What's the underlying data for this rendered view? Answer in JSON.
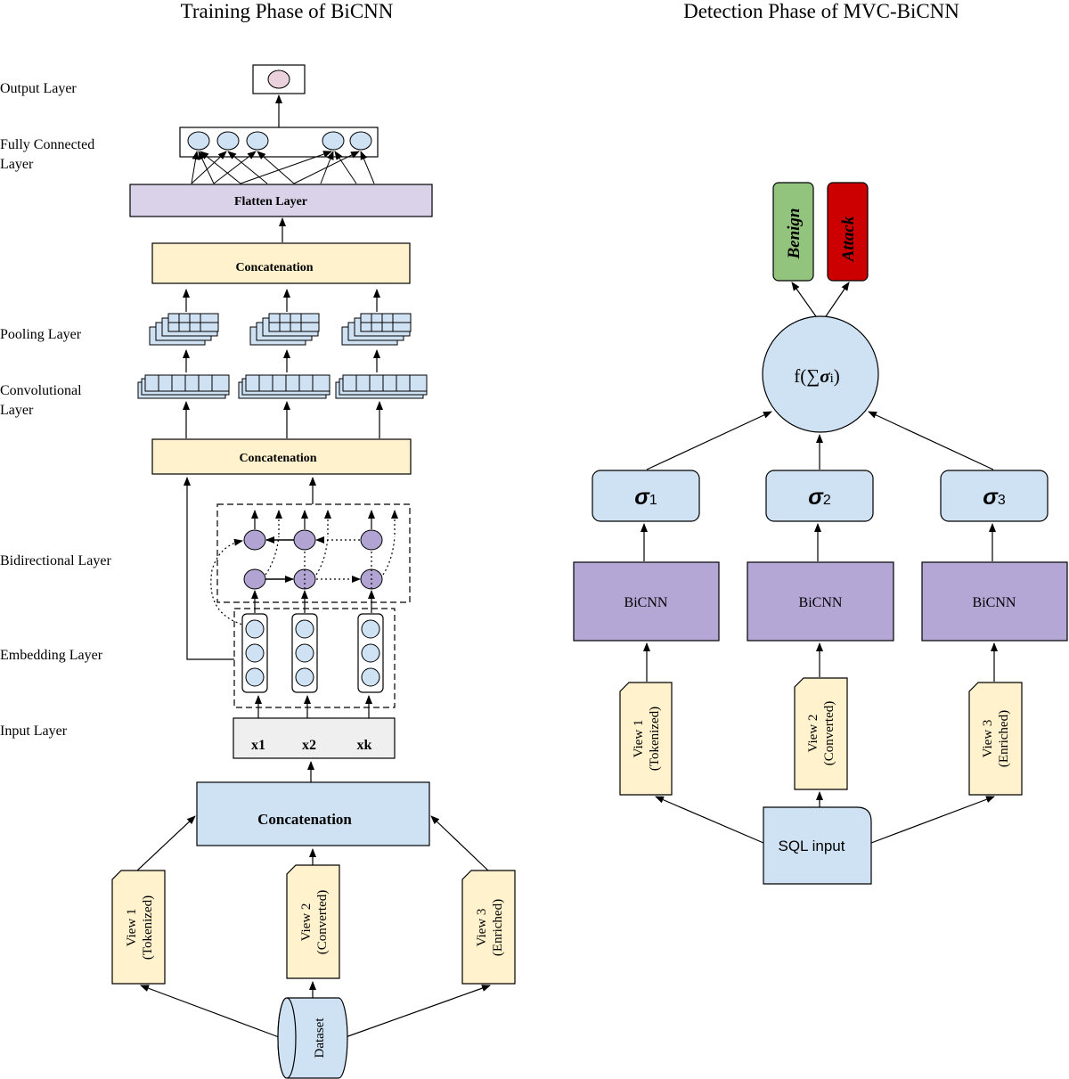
{
  "training": {
    "title": "Training Phase of BiCNN",
    "layer_labels": {
      "output": "Output Layer",
      "fully_connected_1": "Fully Connected",
      "fully_connected_2": "Layer",
      "pooling": "Pooling Layer",
      "convolutional_1": "Convolutional",
      "convolutional_2": "Layer",
      "bidirectional": "Bidirectional Layer",
      "embedding": "Embedding Layer",
      "input": "Input Layer"
    },
    "flatten_label": "Flatten  Layer",
    "concat_top_label": "Concatenation",
    "concat_mid_label": "Concatenation",
    "concat_bottom_label": "Concatenation",
    "inputs": [
      "x1",
      "x2",
      "xk"
    ],
    "views": [
      {
        "line1": "View 1",
        "line2": "(Tokenized)"
      },
      {
        "line1": "View 2",
        "line2": "(Converted)"
      },
      {
        "line1": "View 3",
        "line2": "(Enriched)"
      }
    ],
    "dataset_label": "Dataset"
  },
  "detection": {
    "title": "Detection Phase of MVC-BiCNN",
    "outputs": {
      "benign": "Benign",
      "attack": "Attack"
    },
    "fusion": {
      "prefix": "f(∑",
      "sigma": "σ",
      "sub": "i",
      "suffix": ")"
    },
    "sigmas": [
      {
        "symbol": "σ",
        "index": "1"
      },
      {
        "symbol": "σ",
        "index": "2"
      },
      {
        "symbol": "σ",
        "index": "3"
      }
    ],
    "bicnn_labels": [
      "BiCNN",
      "BiCNN",
      "BiCNN"
    ],
    "views": [
      {
        "line1": "View 1",
        "line2": "(Tokenized)"
      },
      {
        "line1": "View 2",
        "line2": "(Converted)"
      },
      {
        "line1": "View 3",
        "line2": "(Enriched)"
      }
    ],
    "sql_input_label": "SQL input"
  },
  "colors": {
    "purple_node": "#b1a4d3",
    "light_blue": "#cfe2f3",
    "light_yellow": "#fff2cc",
    "lavender": "#d9d2e9",
    "bicnn_purple": "#b4a7d6",
    "benign_green": "#93c47d",
    "attack_red": "#cc0000",
    "output_pink": "#ead1dc",
    "input_gray": "#efefef"
  }
}
